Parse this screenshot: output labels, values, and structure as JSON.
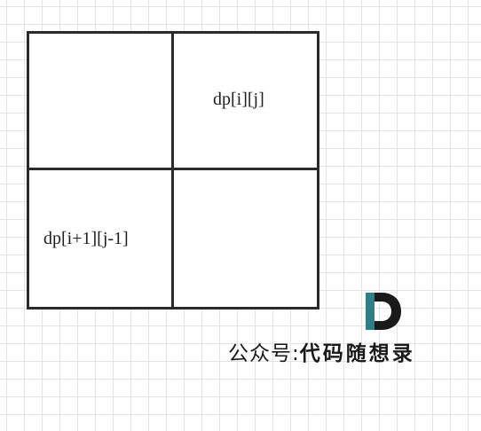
{
  "diagram": {
    "cells": [
      {
        "position": "top-left",
        "label": ""
      },
      {
        "position": "top-right",
        "label": "dp[i][j]"
      },
      {
        "position": "bottom-left",
        "label": "dp[i+1][j-1]"
      },
      {
        "position": "bottom-right",
        "label": ""
      }
    ]
  },
  "footer": {
    "prefix": "公众号:",
    "brand": "代码随想录"
  },
  "colors": {
    "grid_line": "#e3e3e3",
    "border": "#2b2b2b",
    "logo_teal": "#2f7f86",
    "logo_dark": "#1a1a1a"
  }
}
